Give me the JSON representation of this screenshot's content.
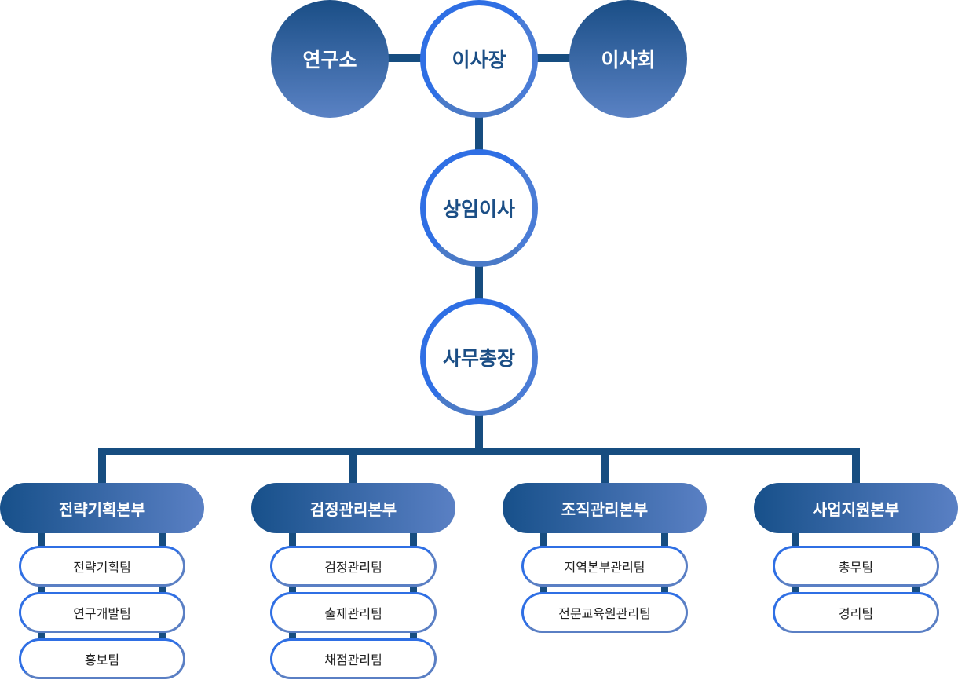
{
  "top": {
    "research_institute": "연구소",
    "chairman": "이사장",
    "board": "이사회",
    "executive_director": "상임이사",
    "secretary_general": "사무총장"
  },
  "departments": [
    {
      "name": "전략기획본부",
      "teams": [
        "전략기획팀",
        "연구개발팀",
        "홍보팀"
      ]
    },
    {
      "name": "검정관리본부",
      "teams": [
        "검정관리팀",
        "출제관리팀",
        "채점관리팀"
      ]
    },
    {
      "name": "조직관리본부",
      "teams": [
        "지역본부관리팀",
        "전문교육원관리팀"
      ]
    },
    {
      "name": "사업지원본부",
      "teams": [
        "총무팀",
        "경리팀"
      ]
    }
  ],
  "colors": {
    "line": "#174d80",
    "accent_blue": "#2f6fe4",
    "gradient_dark": "#1a4e86",
    "gradient_light": "#5a82c4",
    "circle_text": "#1c4f86"
  }
}
